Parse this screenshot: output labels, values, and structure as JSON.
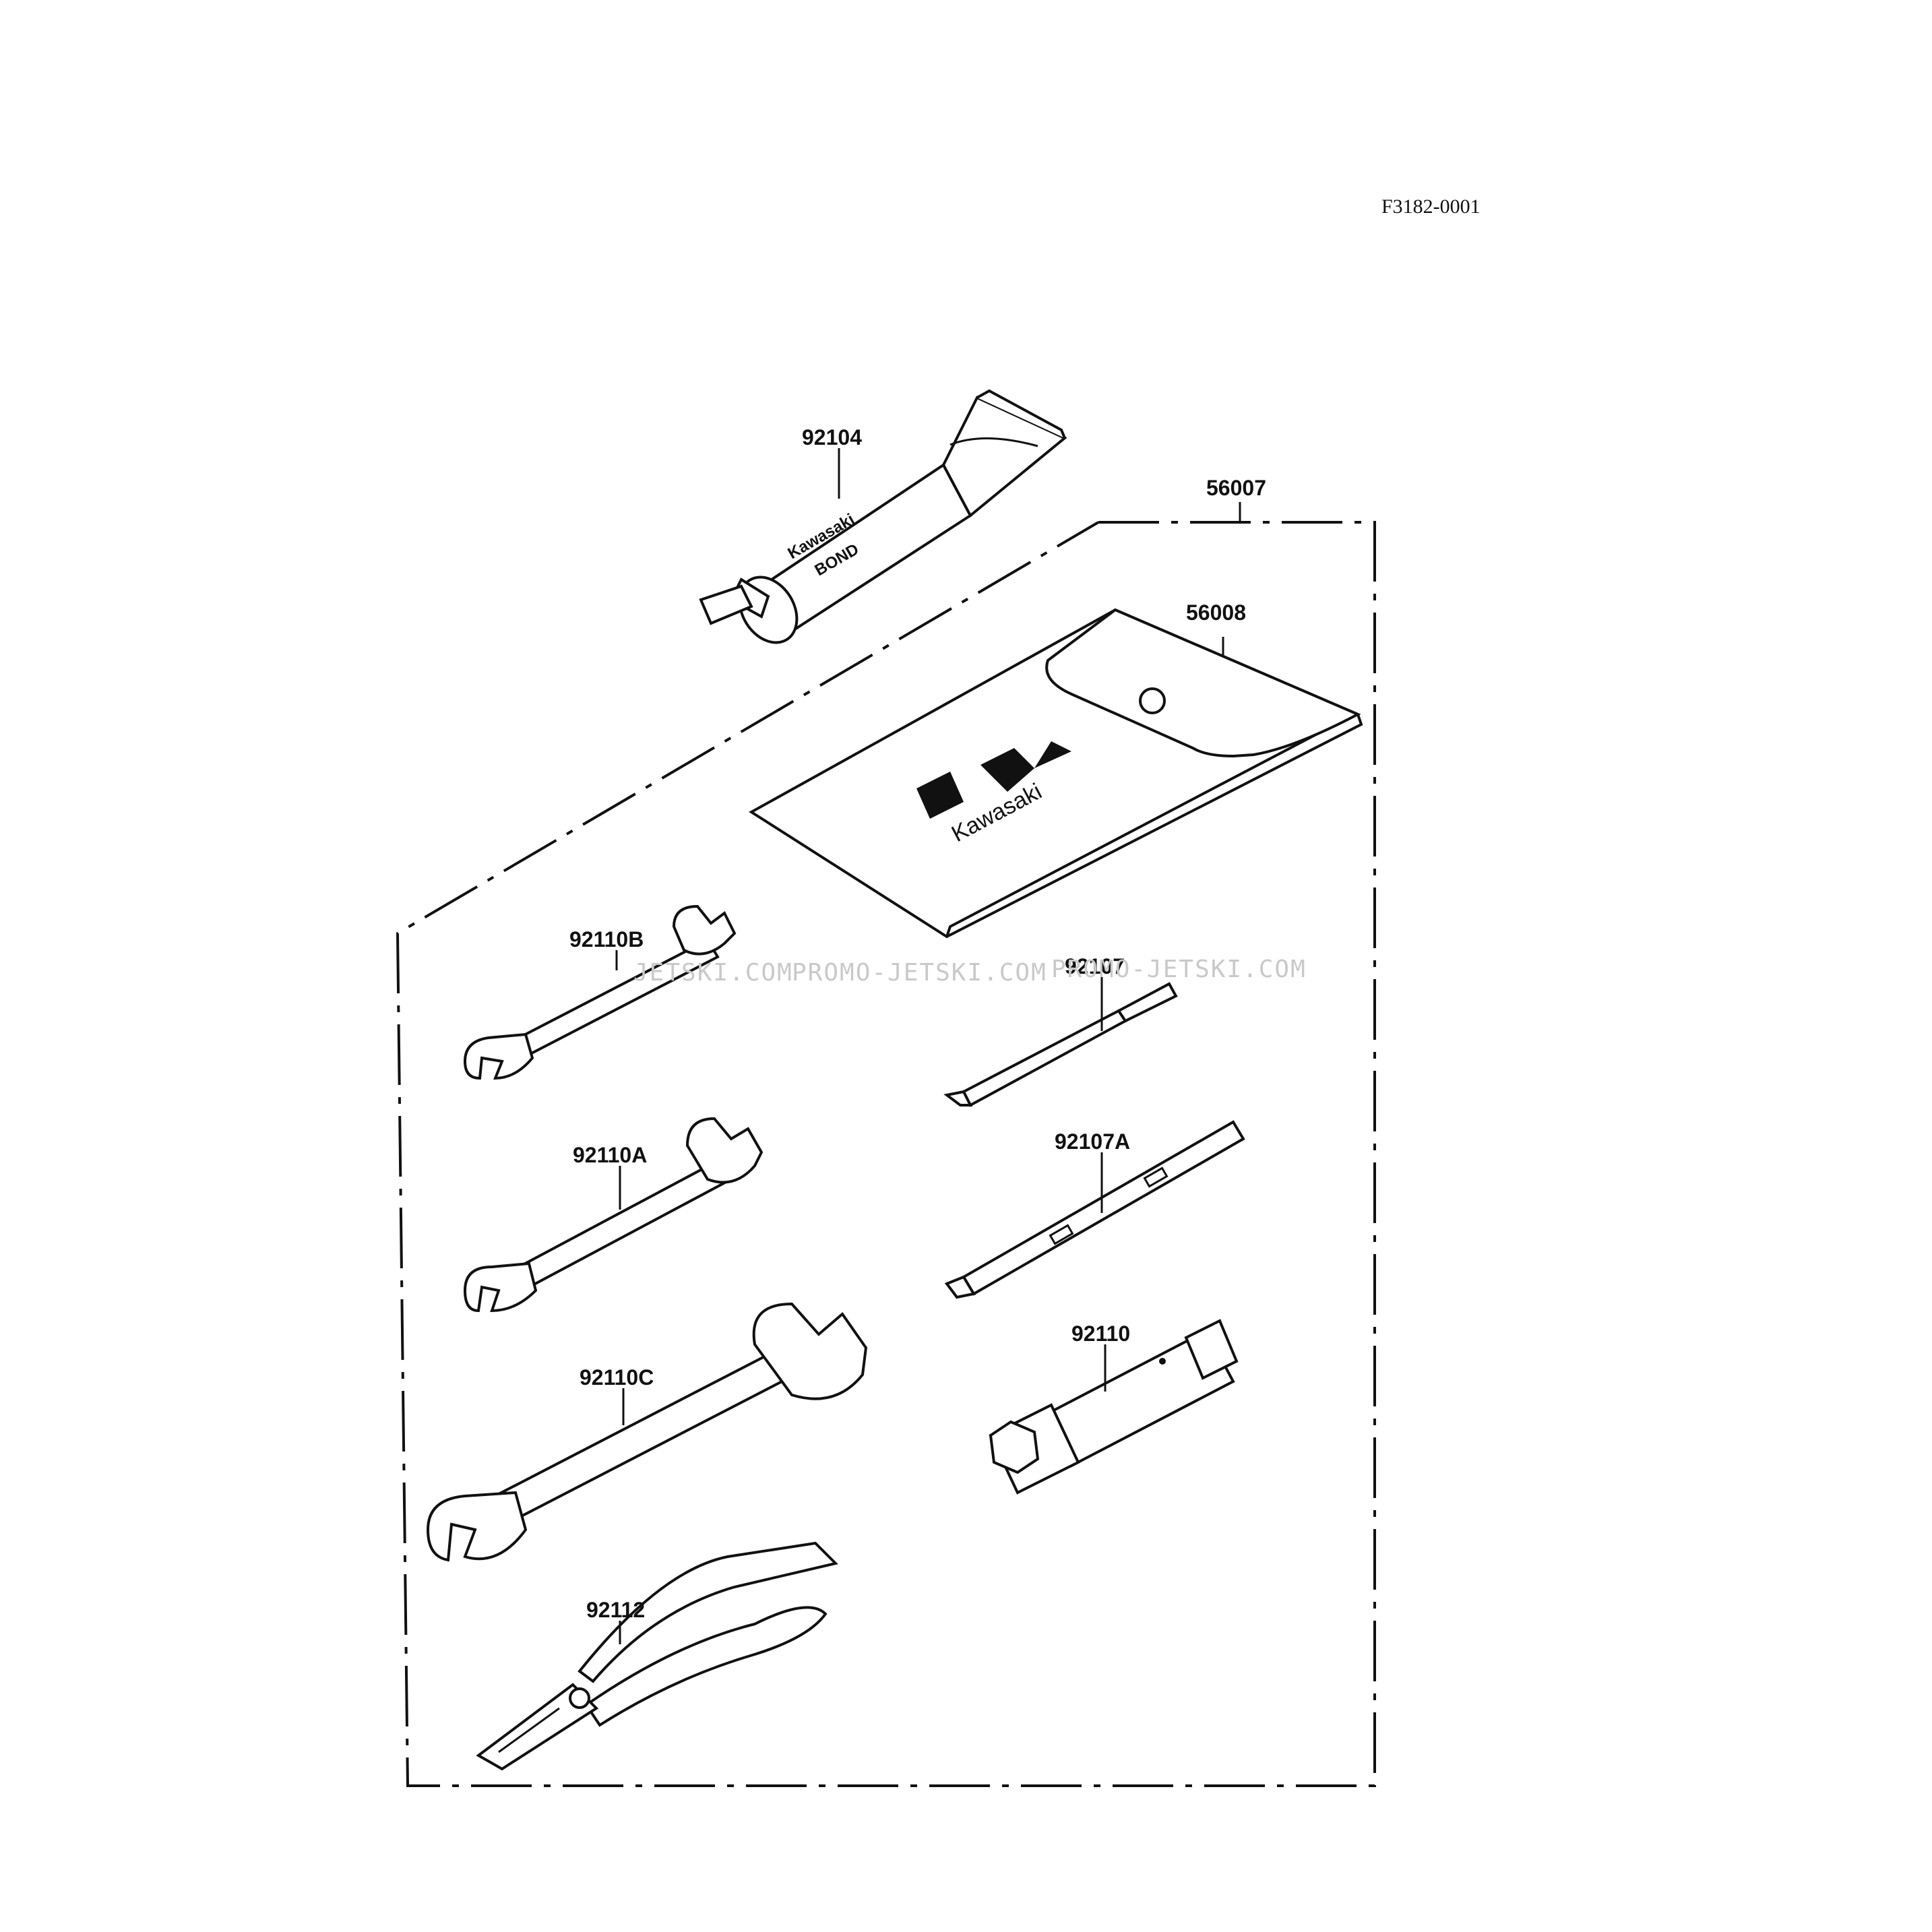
{
  "reference_code": "F3182-0001",
  "parts": {
    "p92104": "92104",
    "p56007": "56007",
    "p56008": "56008",
    "p92110B": "92110B",
    "p92107": "92107",
    "p92110A": "92110A",
    "p92107A": "92107A",
    "p92110C": "92110C",
    "p92110": "92110",
    "p92112": "92112"
  },
  "tube_label": [
    "Kawasaki",
    "BOND"
  ],
  "pouch_logo_text": "Kawasaki",
  "watermark": [
    "JETSKI.COM",
    "PROMO-JETSKI.COM",
    "PROMO-JETSKI.COM"
  ],
  "colors": {
    "ink": "#111111",
    "paper": "#ffffff",
    "watermark": "#c9c9c9"
  }
}
